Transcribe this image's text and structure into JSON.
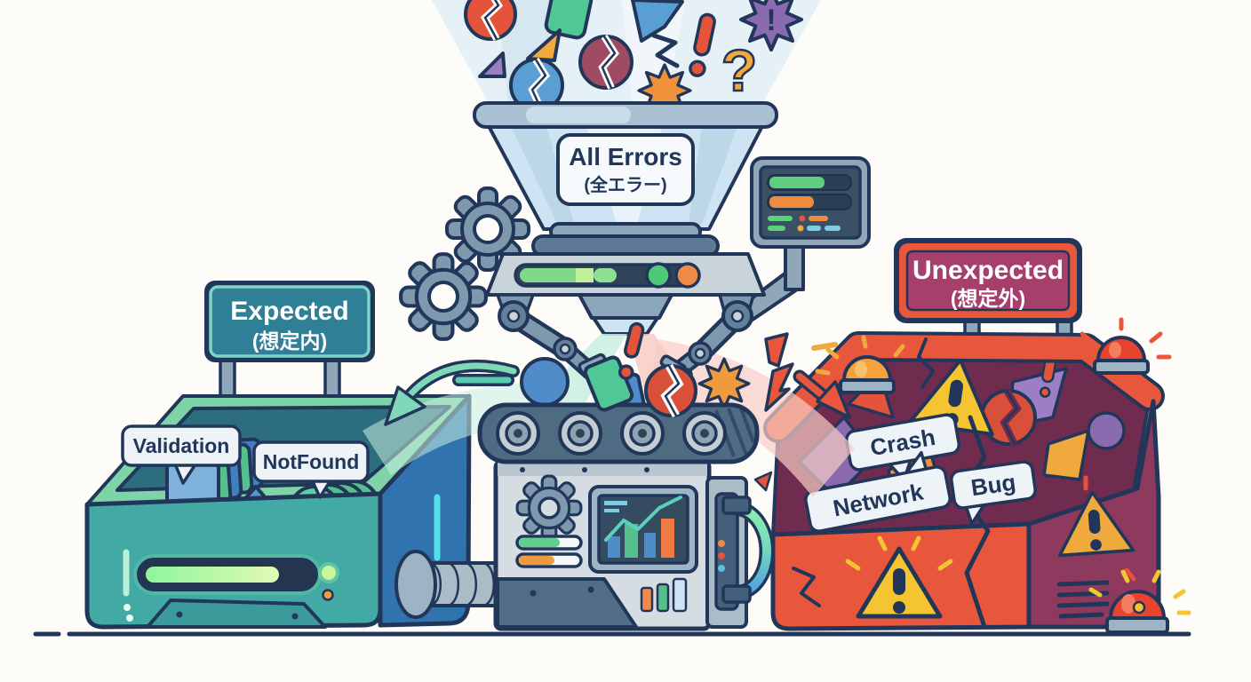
{
  "funnel": {
    "label": "All Errors",
    "label_ja": "(全エラー)"
  },
  "expected_bin": {
    "sign": "Expected",
    "sign_ja": "(想定内)",
    "tags": [
      "Validation",
      "NotFound"
    ]
  },
  "unexpected_bin": {
    "sign": "Unexpected",
    "sign_ja": "(想定外)",
    "tags": [
      "Crash",
      "Network",
      "Bug"
    ]
  },
  "icons": {
    "exclamation": "!",
    "question": "?"
  },
  "colors": {
    "outline": "#22365a",
    "funnel_blue": "#cfe4f2",
    "machine_gray": "#c9d3da",
    "teal_bin_front": "#43a9a4",
    "teal_bin_side": "#3173ae",
    "teal_rim": "#7fd3a8",
    "red_bin": "#e8573c",
    "maroon_panel": "#8e3a5e",
    "bin_interior_dark": "#6f2c4e",
    "sign_teal": "#2f7f96",
    "sign_magenta": "#a63f6b",
    "warning_yellow": "#f5c531",
    "mint_arrow": "#7fd9b8",
    "pink_stream": "#f8cdc6",
    "label_bubble": "#edf3f7"
  }
}
